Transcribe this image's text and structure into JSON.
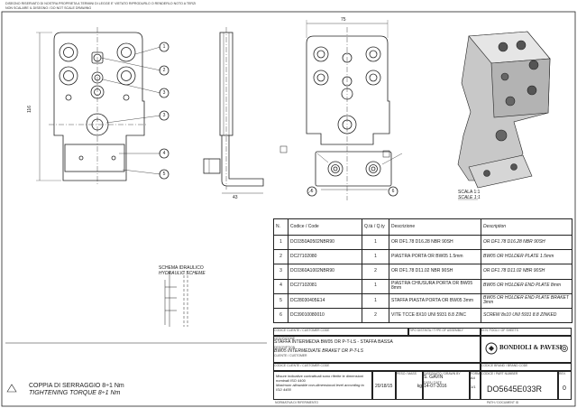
{
  "header_notes": [
    "DISEGNO RISERVATO DI NOSTRA PROPRIETA A TERMINI DI LEGGE E' VIETATO RIPRODURLO O RENDERLO NOTO A TERZI",
    "NON SCALARE IL DISEGNO / DO NOT SCALE DRAWING"
  ],
  "dimensions": {
    "width_top": "75",
    "height_left": "116",
    "depth_side": "43"
  },
  "balloons": [
    "1",
    "2",
    "3",
    "3",
    "4",
    "5",
    "6",
    "6"
  ],
  "scale": {
    "label": "SCALA 1:1",
    "label_en": "SCALE 1:1"
  },
  "hydraulic": {
    "label": "SCHEMA IDRAULICO",
    "label_en": "HYDRAULIC SCHEME"
  },
  "torque": {
    "label": "COPPIA DI SERRAGGIO 8÷1 Nm",
    "label_en": "TIGHTENING TORQUE 8÷1 Nm"
  },
  "bom": {
    "headers": {
      "n": "N.",
      "code": "Codice / Code",
      "qty": "Q.tà / Q.ty",
      "desc_it": "Descrizione",
      "desc_en": "Description"
    },
    "rows": [
      {
        "n": "1",
        "code": "DC0350A0502NBR90",
        "qty": "1",
        "desc_it": "OR DF1.78 D16.28 NBR 90SH",
        "desc_en": "OR DF1.78 D16.28 NBR 90SH"
      },
      {
        "n": "2",
        "code": "DC27102080",
        "qty": "1",
        "desc_it": "PIASTRA PORTA OR BW05 1.5mm",
        "desc_en": "BW05 OR HOLDER PLATE 1.5mm"
      },
      {
        "n": "3",
        "code": "DC0360A1002NBR90",
        "qty": "2",
        "desc_it": "OR DF1.78 D11.02 NBR 90SH",
        "desc_en": "OR DF1.78 D11.02 NBR 90SH"
      },
      {
        "n": "4",
        "code": "DC27102081",
        "qty": "1",
        "desc_it": "PIASTRA CHIUSURA PORTA OR BW05 8mm",
        "desc_en": "BW05 OR HOLDER END PLATE 8mm"
      },
      {
        "n": "5",
        "code": "DC28030405E14",
        "qty": "1",
        "desc_it": "STAFFA PIASTA PORTA OR BW05 3mm",
        "desc_en": "BW05 OR HOLDER END PLATE BRAKET 3mm"
      },
      {
        "n": "6",
        "code": "DC39010080010",
        "qty": "2",
        "desc_it": "VITE TCCE 8X10 UNI 5931  8.8 ZINC",
        "desc_en": "SCREW 8x10 UNI 5931 8.8 ZINKED"
      }
    ]
  },
  "title_block": {
    "customer_label": "CODICE CLIENTE / CUSTOMER CODE",
    "customer_name_label": "CLIENTE / CUSTOMER",
    "order_label": "TIPO DISTINTA / TYPE OF ASSEMBLY",
    "sheet_label": "DI N. FOGLI / OF SHEETS",
    "desc_label": "DESCRIZIONE",
    "desc_it": "STAFFA INTERMEDIA BW05 OR P-T-LS - STAFFA BASSA",
    "desc_en_label": "DESCRIPTION",
    "desc_en": "BW05 INTERMEDIATE BRAKET OR P-T-LS",
    "customer_desc_label": "CODICE CLIENTE / CUSTOMER CODE",
    "customer_desc_label2": "CODICE BRAND / BRAND CODE",
    "company": "BONDIOLI & PAVESI",
    "tolerance_note": "Misure indicative contrattuali sono riferite le dimensioni nominali ISO 4400",
    "tolerance_note_en": "Maximum allowable non-dimensional level according to ISO 4400",
    "date": "20/18/15",
    "weight_label": "PESO / MASS",
    "weight": "kg",
    "drawn_label": "DISEGNATO / DRAWN BY",
    "drawn": "S. GAVIN",
    "checked_label": "DATA / DATE",
    "checked": "14-07-2016",
    "size_label": "FORMATO",
    "size": "A4",
    "sheet": "1/1",
    "code_label": "CODICE / PART NUMBER",
    "code": "DO5645E033R",
    "rev_label": "REV.",
    "rev": "0",
    "footer_left": "NORMATIVA DI RIFERIMENTO",
    "footer_right": "PATH / DOCUMENT ID"
  }
}
